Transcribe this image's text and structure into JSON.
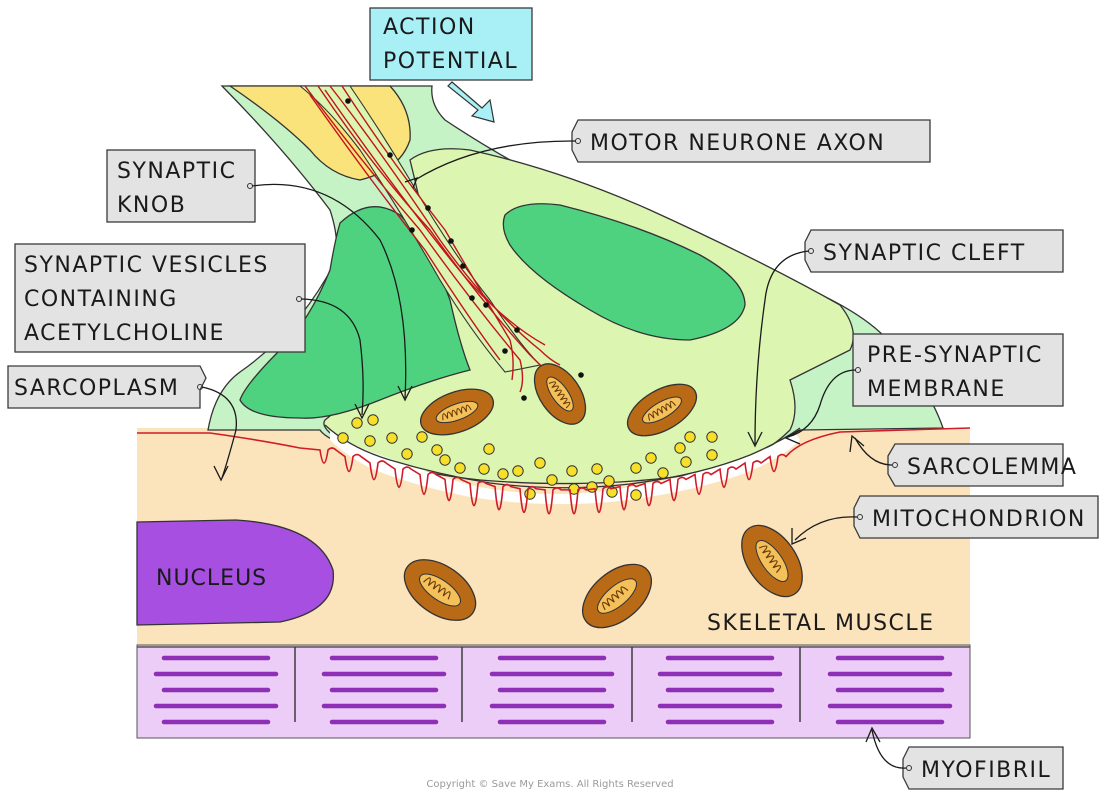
{
  "labels": {
    "action_potential": [
      "ACTION",
      "POTENTIAL"
    ],
    "motor_neurone_axon": "MOTOR NEURONE AXON",
    "synaptic_knob": [
      "SYNAPTIC",
      "KNOB"
    ],
    "synaptic_vesicles": [
      "SYNAPTIC VESICLES",
      "CONTAINING",
      "ACETYLCHOLINE"
    ],
    "synaptic_cleft": "SYNAPTIC CLEFT",
    "pre_synaptic_membrane": [
      "PRE-SYNAPTIC",
      "MEMBRANE"
    ],
    "sarcoplasm": "SARCOPLASM",
    "sarcolemma": "SARCOLEMMA",
    "mitochondrion": "MITOCHONDRION",
    "myofibril": "MYOFIBRIL",
    "nucleus": "NUCLEUS",
    "skeletal_muscle": "SKELETAL MUSCLE"
  },
  "footer": {
    "copyright": "Copyright © Save My Exams. All Rights Reserved"
  },
  "colors": {
    "muscle": "#fbe3bb",
    "myofibril_band": "#ebcdf7",
    "myofibril_line": "#8f2fb5",
    "nucleus": "#a64fe0",
    "mitochondrion": "#b86a17",
    "cristae": "#f4c05a",
    "synaptic_knob": "#dcf5b0",
    "schwann_cell": "#c6f3c6",
    "schwann_nucleus": "#4ed280",
    "axon_myelin": "#fbe37b",
    "vesicle": "#f6e02a",
    "sarcolemma": "#d01b2a",
    "action_box": "#a9f0f6"
  }
}
